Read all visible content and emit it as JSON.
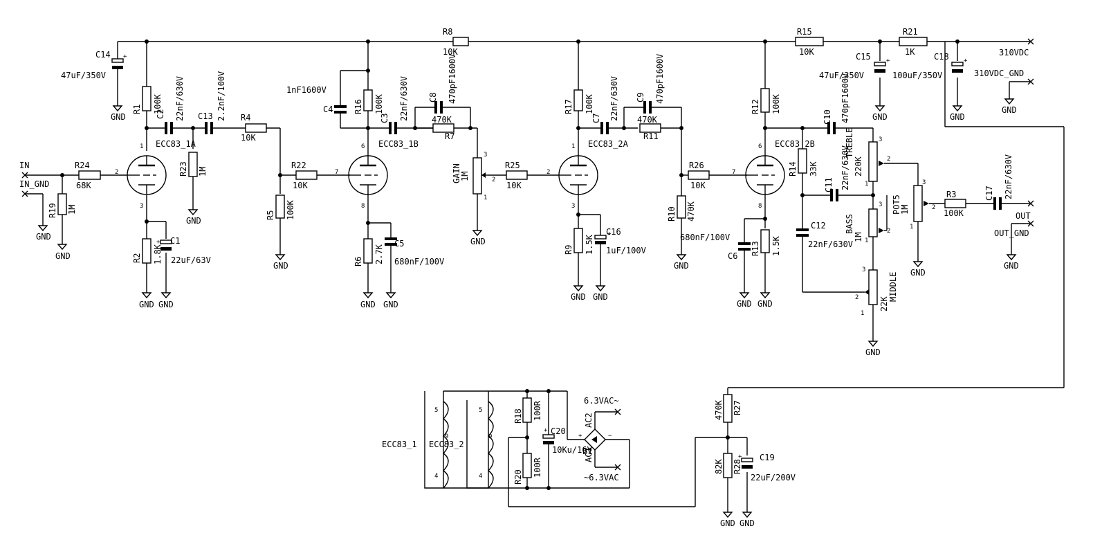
{
  "resistors": [
    {
      "ref": "R1",
      "value": "100K"
    },
    {
      "ref": "R2",
      "value": "1.8K"
    },
    {
      "ref": "R3",
      "value": "100K"
    },
    {
      "ref": "R4",
      "value": "10K"
    },
    {
      "ref": "R5",
      "value": "100K"
    },
    {
      "ref": "R6",
      "value": "2.7K"
    },
    {
      "ref": "R7",
      "value": "470K"
    },
    {
      "ref": "R8",
      "value": "10K"
    },
    {
      "ref": "R9",
      "value": "1.5K"
    },
    {
      "ref": "R10",
      "value": "470K"
    },
    {
      "ref": "R11",
      "value": "470K"
    },
    {
      "ref": "R12",
      "value": "100K"
    },
    {
      "ref": "R13",
      "value": "1.5K"
    },
    {
      "ref": "R14",
      "value": "33K"
    },
    {
      "ref": "R15",
      "value": "10K"
    },
    {
      "ref": "R16",
      "value": "100K"
    },
    {
      "ref": "R17",
      "value": "100K"
    },
    {
      "ref": "R18",
      "value": "100R"
    },
    {
      "ref": "R19",
      "value": "1M"
    },
    {
      "ref": "R20",
      "value": "100R"
    },
    {
      "ref": "R21",
      "value": "1K"
    },
    {
      "ref": "R22",
      "value": "10K"
    },
    {
      "ref": "R23",
      "value": "1M"
    },
    {
      "ref": "R24",
      "value": "68K"
    },
    {
      "ref": "R25",
      "value": "10K"
    },
    {
      "ref": "R26",
      "value": "10K"
    },
    {
      "ref": "R27",
      "value": "470K"
    },
    {
      "ref": "R28",
      "value": "82K"
    }
  ],
  "capacitors": [
    {
      "ref": "C1",
      "value": "22uF/63V"
    },
    {
      "ref": "C2",
      "value": "22nF/630V"
    },
    {
      "ref": "C3",
      "value": "22nF/630V"
    },
    {
      "ref": "C4",
      "value": "1nF1600V"
    },
    {
      "ref": "C5",
      "value": "680nF/100V"
    },
    {
      "ref": "C6",
      "value": "680nF/100V"
    },
    {
      "ref": "C7",
      "value": "22nF/630V"
    },
    {
      "ref": "C8",
      "value": "470pF1600V"
    },
    {
      "ref": "C9",
      "value": "470pF1600V"
    },
    {
      "ref": "C10",
      "value": "470pF1600V"
    },
    {
      "ref": "C11",
      "value": "22nF/630V"
    },
    {
      "ref": "C12",
      "value": "22nF/630V"
    },
    {
      "ref": "C13",
      "value": "2.2nF/100V"
    },
    {
      "ref": "C14",
      "value": "47uF/350V"
    },
    {
      "ref": "C15",
      "value": "47uF/350V"
    },
    {
      "ref": "C16",
      "value": "1uF/100V"
    },
    {
      "ref": "C17",
      "value": "22nF/630V"
    },
    {
      "ref": "C18",
      "value": "100uF/350V"
    },
    {
      "ref": "C19",
      "value": "22uF/200V"
    },
    {
      "ref": "C20",
      "value": "10Ku/16V"
    }
  ],
  "tubes": [
    "ECC83_1A",
    "ECC83_1B",
    "ECC83_2A",
    "ECC83_2B"
  ],
  "heaters": [
    "ECC83_1",
    "ECC83_2"
  ],
  "pots": [
    {
      "ref": "GAIN",
      "value": "1M"
    },
    {
      "ref": "TREBLE",
      "value": "220K"
    },
    {
      "ref": "BASS",
      "value": "1M"
    },
    {
      "ref": "MIDDLE",
      "value": "22K"
    },
    {
      "ref": "POT5",
      "value": "1M"
    }
  ],
  "bridge": {
    "ref": "B1",
    "ac1": "AC1",
    "ac2": "AC2"
  },
  "ports": {
    "in": "IN",
    "in_gnd": "IN_GND",
    "out": "OUT",
    "out_gnd": "OUT_GND",
    "hv": "310VDC",
    "hv_gnd": "310VDC_GND",
    "ac_a": "6.3VAC~",
    "ac_b": "~6.3VAC"
  },
  "gnd": "GND",
  "pins": {
    "p1": "1",
    "p2": "2",
    "p3": "3",
    "p4": "4",
    "p5": "5",
    "p6": "6",
    "p7": "7",
    "p8": "8",
    "p9": "9"
  }
}
